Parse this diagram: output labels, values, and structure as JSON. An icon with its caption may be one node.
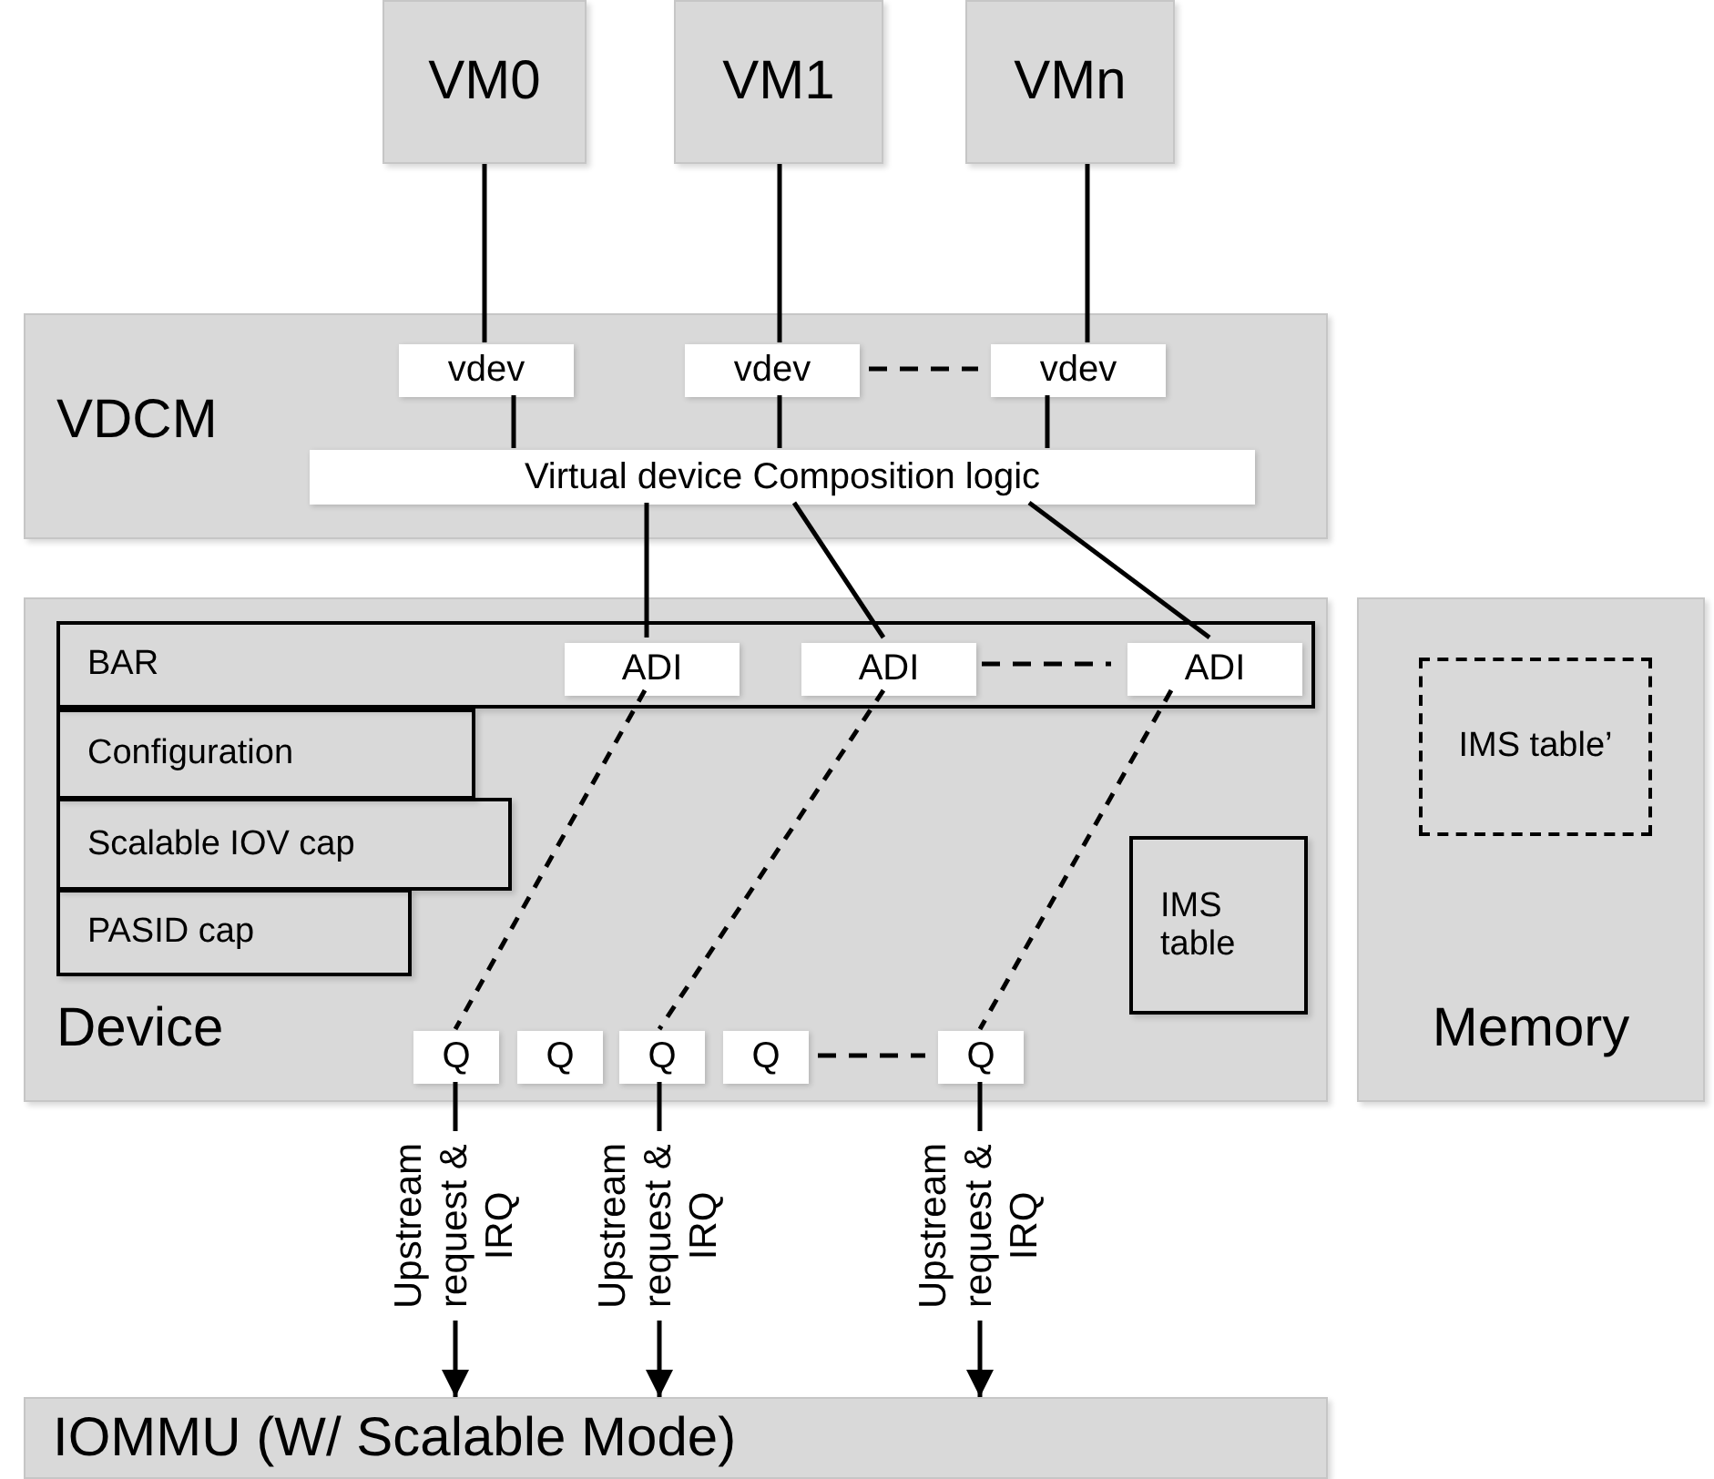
{
  "diagram": {
    "nodes": [
      {
        "text": [
          "VM0"
        ]
      },
      {
        "text": [
          "VM1"
        ]
      },
      {
        "text": [
          "VMn"
        ]
      },
      {
        "text": [
          "VDCM"
        ]
      },
      {
        "text": [
          "vdev"
        ],
        "in": 3
      },
      {
        "text": [
          "vdev"
        ],
        "in": 3
      },
      {
        "text": [
          "vdev"
        ],
        "in": 3
      },
      {
        "text": [
          "Virtual device Composition logic"
        ],
        "in": 3
      },
      {
        "text": [
          "Device"
        ]
      },
      {
        "text": [
          "BAR"
        ],
        "in": 8
      },
      {
        "text": [
          "ADI"
        ],
        "in": 9
      },
      {
        "text": [
          "ADI"
        ],
        "in": 9
      },
      {
        "text": [
          "ADI"
        ],
        "in": 9
      },
      {
        "text": [
          "Configuration"
        ],
        "in": 8
      },
      {
        "text": [
          "Scalable IOV cap"
        ],
        "in": 8
      },
      {
        "text": [
          "PASID cap"
        ],
        "in": 8
      },
      {
        "text": [
          "IMS table"
        ],
        "in": 8
      },
      {
        "text": [
          "Q"
        ],
        "in": 8
      },
      {
        "text": [
          "Q"
        ],
        "in": 8
      },
      {
        "text": [
          "Q"
        ],
        "in": 8
      },
      {
        "text": [
          "Q"
        ],
        "in": 8
      },
      {
        "text": [
          "Q"
        ],
        "in": 8
      },
      {
        "text": [
          "Memory"
        ]
      },
      {
        "text": [
          "IMS table’"
        ],
        "in": 22
      },
      {
        "text": [
          "IOMMU (W/ Scalable Mode)"
        ]
      }
    ],
    "edges": [
      {
        "from": 0,
        "to": 4,
        "arrow": "none"
      },
      {
        "from": 1,
        "to": 5,
        "arrow": "none"
      },
      {
        "from": 2,
        "to": 6,
        "arrow": "none"
      },
      {
        "from": 4,
        "to": 7,
        "arrow": "none"
      },
      {
        "from": 5,
        "to": 7,
        "arrow": "none"
      },
      {
        "from": 6,
        "to": 7,
        "arrow": "none"
      },
      {
        "from": 5,
        "to": 6,
        "arrow": "none",
        "style": "dashed"
      },
      {
        "from": 11,
        "to": 12,
        "arrow": "none",
        "style": "dashed"
      },
      {
        "from": 20,
        "to": 21,
        "arrow": "none",
        "style": "dashed"
      },
      {
        "from": 7,
        "to": 10,
        "arrow": "none"
      },
      {
        "from": 7,
        "to": 11,
        "arrow": "none"
      },
      {
        "from": 7,
        "to": 12,
        "arrow": "none"
      },
      {
        "from": 10,
        "to": 17,
        "arrow": "none",
        "style": "dashed"
      },
      {
        "from": 11,
        "to": 19,
        "arrow": "none",
        "style": "dashed"
      },
      {
        "from": 12,
        "to": 21,
        "arrow": "none",
        "style": "dashed"
      },
      {
        "from": 17,
        "to": 24,
        "arrow": "to",
        "label": "Upstream request & IRQ"
      },
      {
        "from": 19,
        "to": 24,
        "arrow": "to",
        "label": "Upstream request & IRQ"
      },
      {
        "from": 21,
        "to": 24,
        "arrow": "to",
        "label": "Upstream request & IRQ"
      }
    ]
  }
}
